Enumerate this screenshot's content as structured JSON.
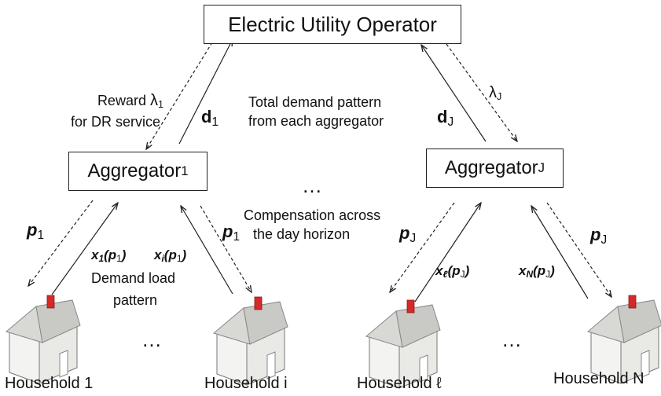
{
  "operator": {
    "label": "Electric Utility Operator"
  },
  "aggregators": [
    {
      "name": "Aggregator",
      "sub": "1"
    },
    {
      "name": "Aggregator",
      "sub": "J"
    }
  ],
  "households": [
    {
      "label": "Household 1"
    },
    {
      "label": "Household i"
    },
    {
      "label": "Household ℓ"
    },
    {
      "label": "Household N"
    }
  ],
  "annotations": {
    "reward_line1": "Reward",
    "reward_symbol": "λ",
    "reward_sub": "1",
    "reward_line2": "for DR service",
    "lambda_j_symbol": "λ",
    "lambda_j_sub": "J",
    "d1_symbol": "d",
    "d1_sub": "1",
    "dj_symbol": "d",
    "dj_sub": "J",
    "total_demand_line1": "Total demand pattern",
    "total_demand_line2": "from each aggregator",
    "compensation_line1": "Compensation across",
    "compensation_line2": "the day horizon",
    "demand_load_line1": "Demand load",
    "demand_load_line2": "pattern",
    "p_symbol": "p",
    "p_sub_1": "1",
    "p_sub_j": "J",
    "x1_label": "x",
    "x1_sub": "1",
    "xi_label": "x",
    "xi_sub": "i",
    "xl_label": "x",
    "xl_sub": "ℓ",
    "xn_label": "x",
    "xn_sub": "N",
    "ellipsis": "…"
  }
}
